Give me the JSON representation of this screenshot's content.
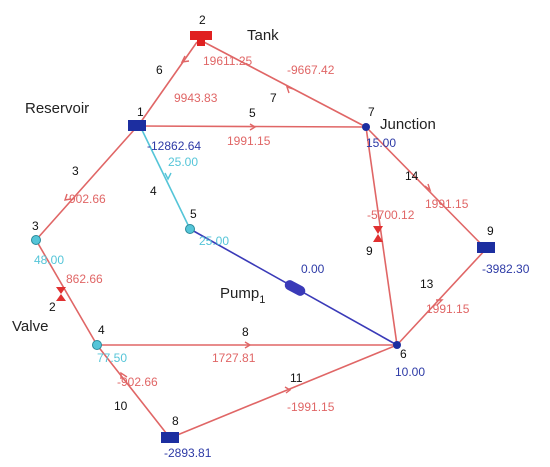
{
  "colors": {
    "flow_red": "#e06666",
    "flow_cyan": "#55c5d8",
    "pump_blue": "#3a3ab8",
    "node_blue": "#1c2ea0",
    "tank_red": "#e02020"
  },
  "names": {
    "tank": "Tank",
    "reservoir": "Reservoir",
    "junction": "Junction",
    "pump": "Pump",
    "pump_sub": "1",
    "valve": "Valve"
  },
  "nodes": [
    {
      "id": "1",
      "value": "-12862.64"
    },
    {
      "id": "2",
      "value": ""
    },
    {
      "id": "3",
      "value": "48.00"
    },
    {
      "id": "4",
      "value": "77.50"
    },
    {
      "id": "5",
      "value": "25.00"
    },
    {
      "id": "6",
      "value": "10.00"
    },
    {
      "id": "7",
      "value": "15.00"
    },
    {
      "id": "8",
      "value": "-2893.81"
    },
    {
      "id": "9",
      "value": "-3982.30"
    }
  ],
  "links": [
    {
      "id": "2",
      "value": "862.66"
    },
    {
      "id": "3",
      "value": "902.66"
    },
    {
      "id": "4",
      "value": "25.00"
    },
    {
      "id": "5",
      "value": "1991.15"
    },
    {
      "id": "6",
      "value": "9943.83"
    },
    {
      "id": "7",
      "value": "-9667.42"
    },
    {
      "id": "8",
      "value": "1727.81"
    },
    {
      "id": "9",
      "value": "-5700.12"
    },
    {
      "id": "10",
      "value": "-902.66"
    },
    {
      "id": "11",
      "value": "-1991.15"
    },
    {
      "id": "13",
      "value": "1991.15"
    },
    {
      "id": "14",
      "value": "1991.15"
    },
    {
      "id": "pump1",
      "value": "0.00"
    }
  ],
  "tank_extra_value": "19611.25"
}
